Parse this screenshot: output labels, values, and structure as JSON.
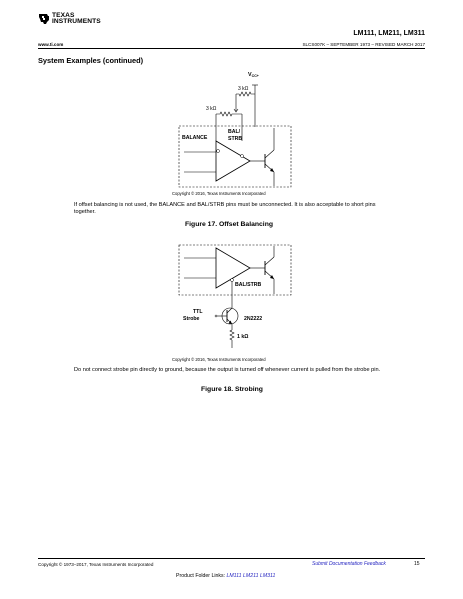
{
  "header": {
    "logo_line1": "TEXAS",
    "logo_line2": "INSTRUMENTS",
    "part_numbers": "LM111, LM211, LM311",
    "website": "www.ti.com",
    "doc_code": "SLCS007K – SEPTEMBER 1973 – REVISED MARCH 2017"
  },
  "section_title": "System Examples (continued)",
  "figure17": {
    "labels": {
      "vcc": "V",
      "vcc_sub": "CC+",
      "r1": "3 kΩ",
      "r2": "3 kΩ",
      "balance": "BALANCE",
      "bal_strb_1": "BAL/",
      "bal_strb_2": "STRB"
    },
    "copyright": "Copyright © 2016, Texas Instruments Incorporated",
    "caption": "Figure 17.  Offset Balancing"
  },
  "paragraph1": "If offset balancing is not used, the BALANCE and BAL/STRB pins must be unconnected. It is also acceptable to short pins together.",
  "figure18": {
    "labels": {
      "bal_strb": "BAL/STRB",
      "ttl": "TTL",
      "strobe": "Strobe",
      "transistor": "2N2222",
      "resistor": "1 kΩ"
    },
    "copyright": "Copyright © 2016, Texas Instruments Incorporated",
    "caption": "Figure 18.  Strobing"
  },
  "paragraph2": "Do not connect strobe pin directly to ground, because the output is turned off whenever current is pulled from the strobe pin.",
  "footer": {
    "copyright": "Copyright © 1973–2017, Texas Instruments Incorporated",
    "feedback_link": "Submit Documentation Feedback",
    "page_number": "15",
    "folder_links_label": "Product Folder Links:",
    "links": [
      "LM111",
      "LM211",
      "LM311"
    ]
  }
}
